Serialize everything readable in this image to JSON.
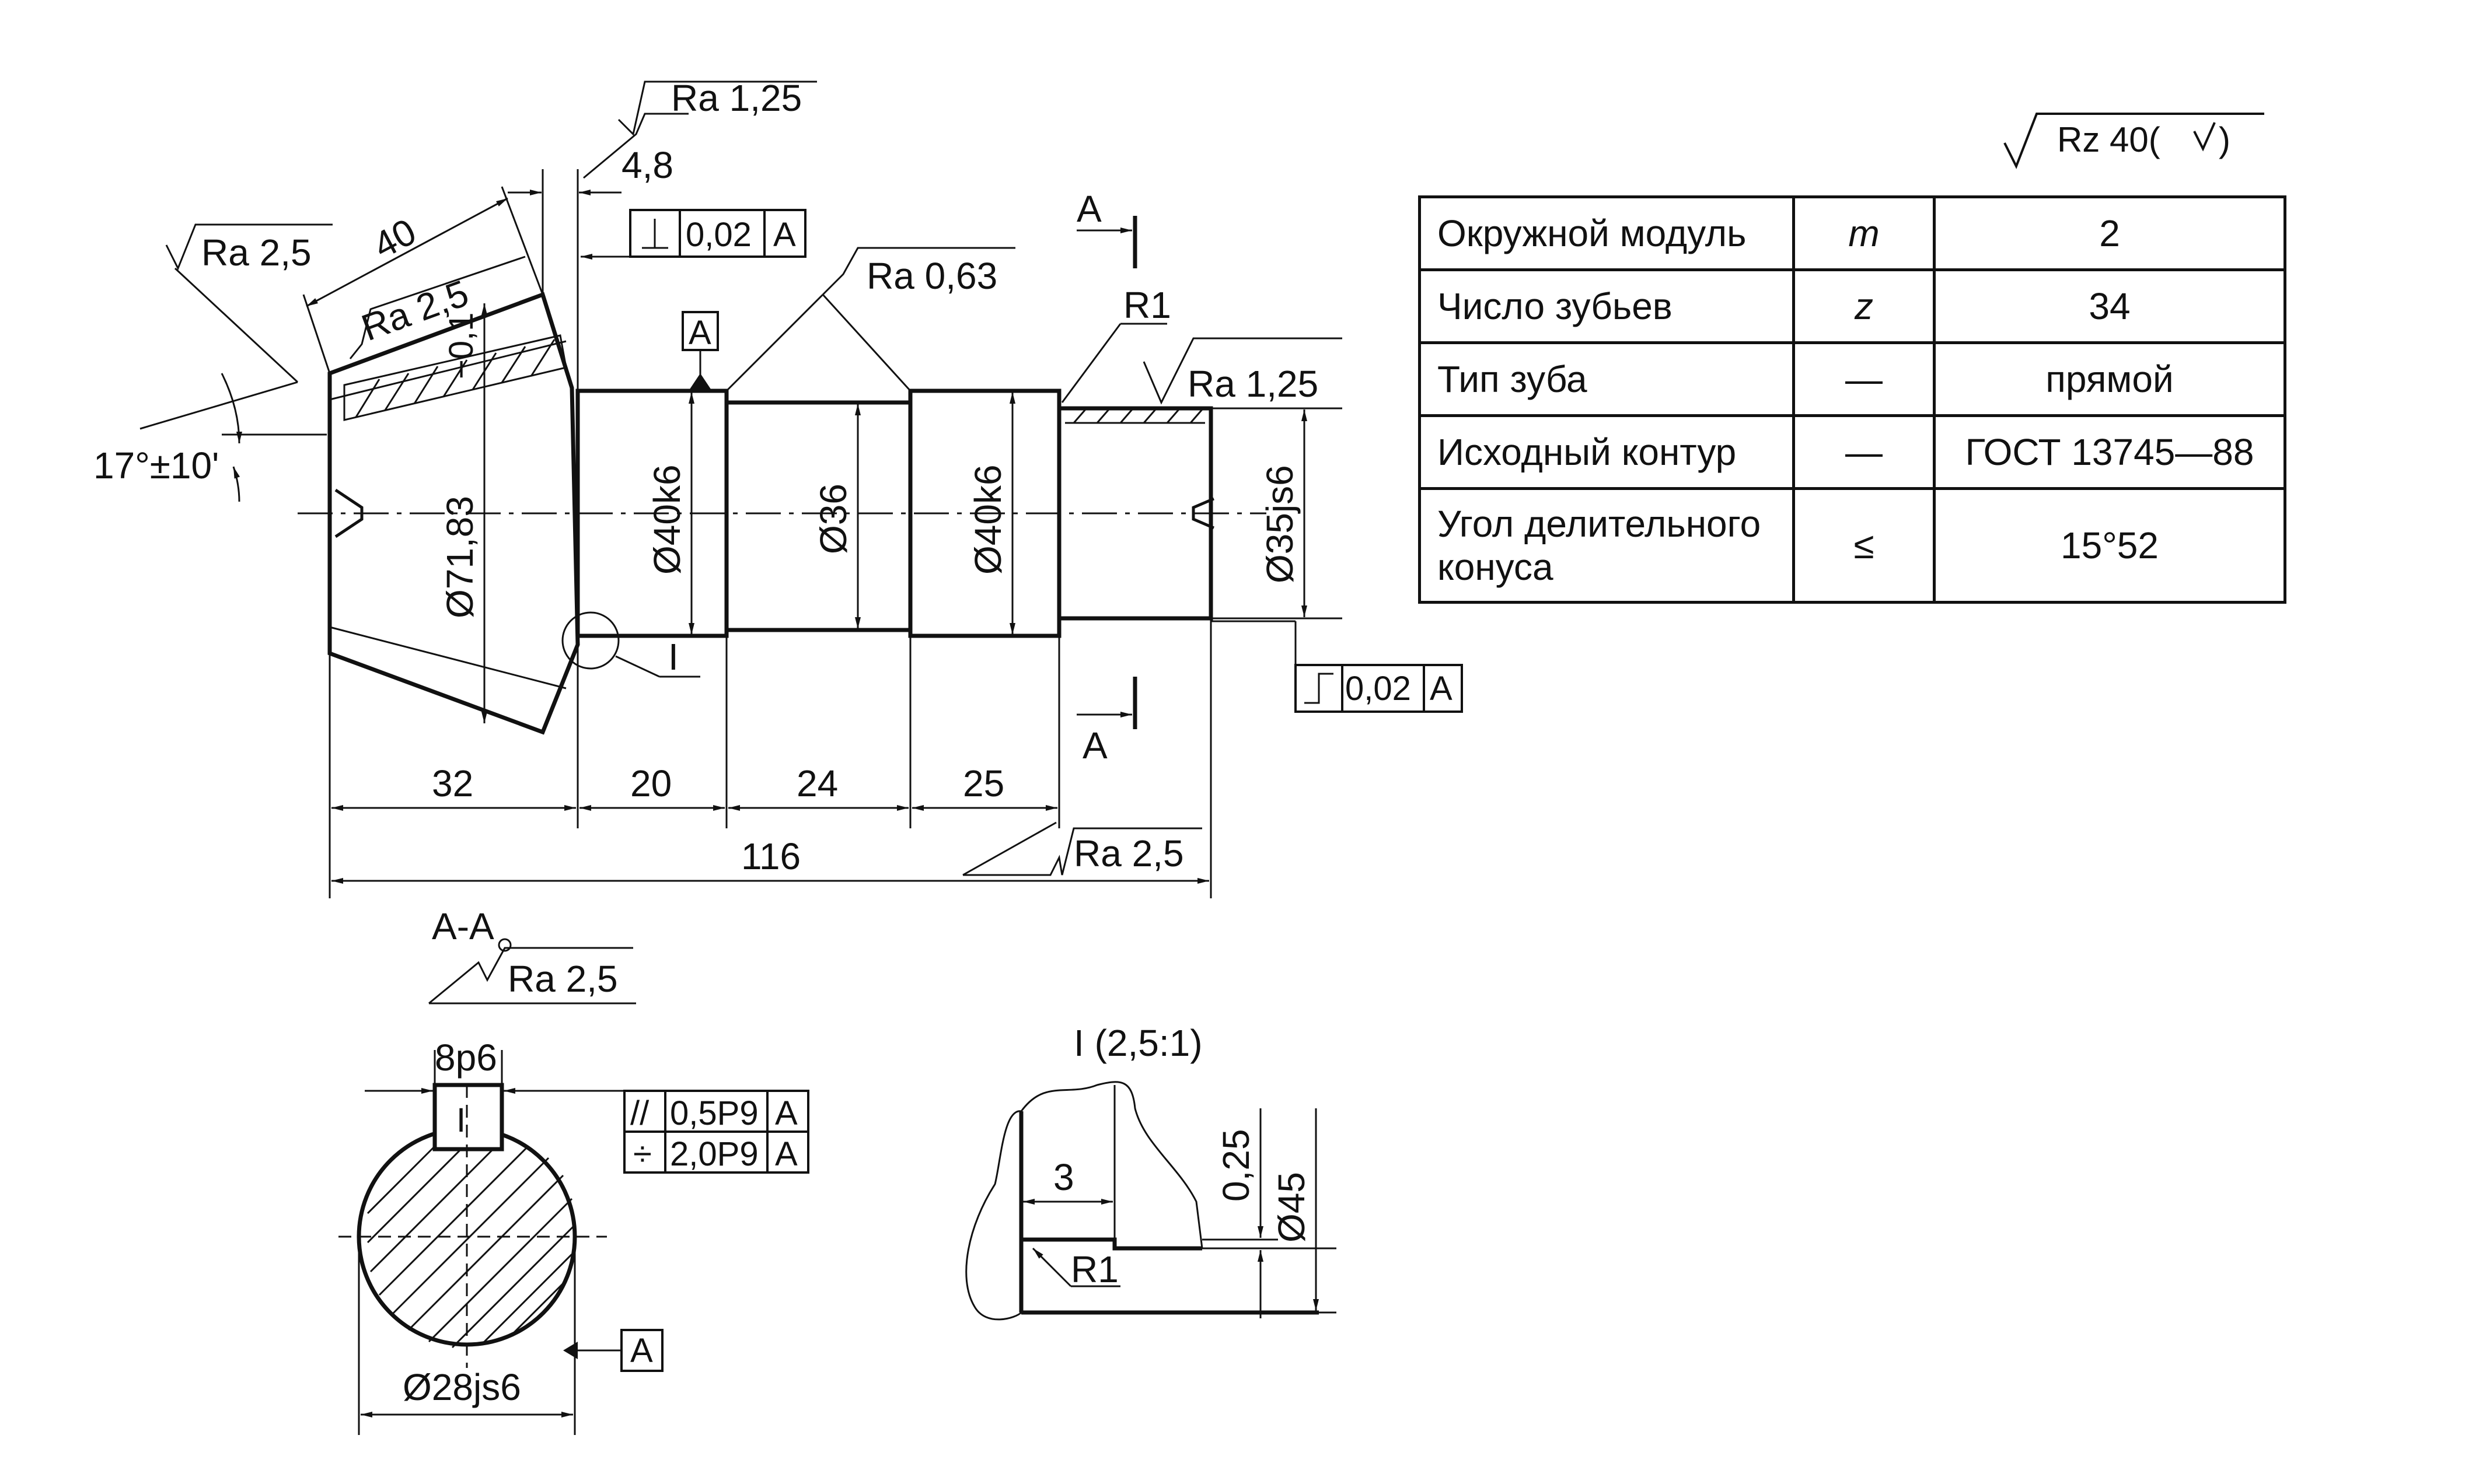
{
  "general_roughness": {
    "label": "Rz 40(",
    "suffix": ")"
  },
  "spec_table": {
    "rows": [
      {
        "param": "Окружной модуль",
        "symbol": "m",
        "value": "2"
      },
      {
        "param": "Число зубьев",
        "symbol": "z",
        "value": "34"
      },
      {
        "param": "Тип зуба",
        "symbol": "—",
        "value": "прямой"
      },
      {
        "param": "Исходный контур",
        "symbol": "—",
        "value": "ГОСТ 13745—88"
      },
      {
        "param": "Угол делительного конуса",
        "symbol": "≤",
        "value": "15°52"
      }
    ]
  },
  "main_view": {
    "roughness": {
      "ra_2_5_cone": "Ra 2,5",
      "ra_2_5_face": "Ra 2,5",
      "ra_1_25_top": "Ra 1,25",
      "ra_0_63": "Ra 0,63",
      "ra_1_25_right": "Ra 1,25",
      "ra_2_5_bottom": "Ra 2,5"
    },
    "dimensions": {
      "cone_length": "40",
      "face_offset": "4,8",
      "angle": "17°±10'",
      "dia_cone": "Ø71,83",
      "dia_cone_tol": "−0,1",
      "dia_40_left": "Ø40k6",
      "dia_36": "Ø36",
      "dia_40_right": "Ø40k6",
      "dia_35": "Ø35js6",
      "radius": "R1",
      "seg_32": "32",
      "seg_20": "20",
      "seg_24": "24",
      "seg_25": "25",
      "total_116": "116"
    },
    "tolerance_frames": {
      "perp_value": "0,02",
      "perp_datum": "A",
      "runout_value": "0,02",
      "runout_datum": "A"
    },
    "datum_label": "A",
    "section_mark_top": "A",
    "section_mark_bottom": "A",
    "detail_mark": "I"
  },
  "section_view": {
    "title": "A-A",
    "roughness": "Ra 2,5",
    "keyway_width": "8p6",
    "keyway_mark": "I",
    "diameter": "Ø28js6",
    "parallel_value": "0,5P9",
    "parallel_datum": "A",
    "symmetry_value": "2,0P9",
    "symmetry_datum": "A",
    "datum_label": "A"
  },
  "detail_view": {
    "title": "I (2,5:1)",
    "width": "3",
    "depth": "0,25",
    "diameter": "Ø45",
    "radius": "R1"
  }
}
